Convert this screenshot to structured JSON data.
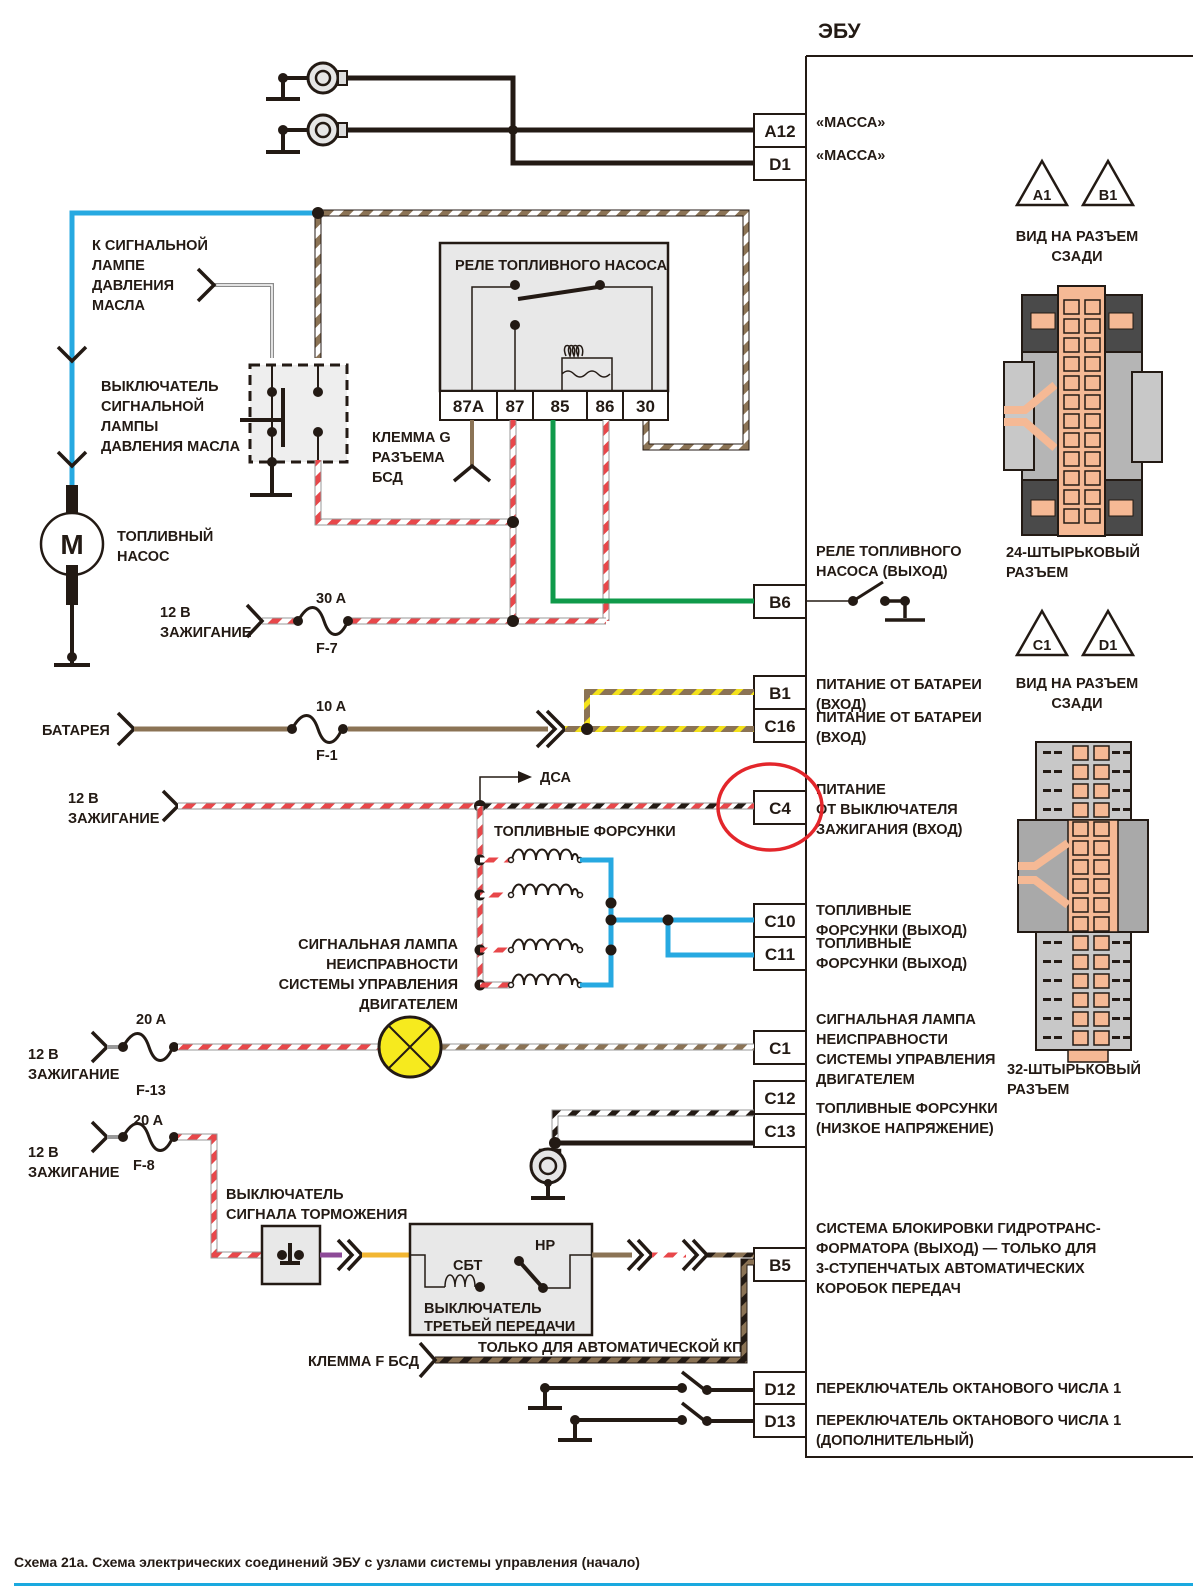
{
  "ecu": {
    "title": "ЭБУ",
    "pins": [
      {
        "id": "A12",
        "desc": [
          "«МАССА»"
        ]
      },
      {
        "id": "D1",
        "desc": [
          "«МАССА»"
        ]
      },
      {
        "id": "B6",
        "desc": [
          "РЕЛЕ ТОПЛИВНОГО",
          "НАСОСА (ВЫХОД)"
        ]
      },
      {
        "id": "B1",
        "desc": [
          "ПИТАНИЕ ОТ БАТАРЕИ",
          "(ВХОД)"
        ]
      },
      {
        "id": "C16",
        "desc": [
          "ПИТАНИЕ ОТ БАТАРЕИ",
          "(ВХОД)"
        ]
      },
      {
        "id": "C4",
        "desc": [
          "ПИТАНИЕ",
          "ОТ ВЫКЛЮЧАТЕЛЯ",
          "ЗАЖИГАНИЯ (ВХОД)"
        ]
      },
      {
        "id": "C10",
        "desc": [
          "ТОПЛИВНЫЕ",
          "ФОРСУНКИ (ВЫХОД)"
        ]
      },
      {
        "id": "C11",
        "desc": [
          "ТОПЛИВНЫЕ",
          "ФОРСУНКИ (ВЫХОД)"
        ]
      },
      {
        "id": "C1",
        "desc": [
          "СИГНАЛЬНАЯ ЛАМПА",
          "НЕИСПРАВНОСТИ",
          "СИСТЕМЫ УПРАВЛЕНИЯ",
          "ДВИГАТЕЛЕМ"
        ]
      },
      {
        "id": "C12",
        "desc": []
      },
      {
        "id": "C13",
        "desc": [
          "ТОПЛИВНЫЕ ФОРСУНКИ",
          "(НИЗКОЕ НАПРЯЖЕНИЕ)"
        ]
      },
      {
        "id": "B5",
        "desc": [
          "СИСТЕМА БЛОКИРОВКИ ГИДРОТРАНС-",
          "ФОРМАТОРА (ВЫХОД) — ТОЛЬКО ДЛЯ",
          "3-СТУПЕНЧАТЫХ АВТОМАТИЧЕСКИХ",
          "КОРОБОК ПЕРЕДАЧ"
        ]
      },
      {
        "id": "D12",
        "desc": [
          "ПЕРЕКЛЮЧАТЕЛЬ ОКТАНОВОГО ЧИСЛА 1"
        ]
      },
      {
        "id": "D13",
        "desc": [
          "ПЕРЕКЛЮЧАТЕЛЬ ОКТАНОВОГО ЧИСЛА 1",
          "(ДОПОЛНИТЕЛЬНЫЙ)"
        ]
      }
    ]
  },
  "connectors": {
    "c24": {
      "tags": [
        "A1",
        "B1"
      ],
      "view": [
        "ВИД НА РАЗЪЕМ",
        "СЗАДИ"
      ],
      "name": [
        "24-ШТЫРЬКОВЫЙ",
        "РАЗЪЕМ"
      ]
    },
    "c32": {
      "tags": [
        "C1",
        "D1"
      ],
      "view": [
        "ВИД НА РАЗЪЕМ",
        "СЗАДИ"
      ],
      "name": [
        "32-ШТЫРЬКОВЫЙ",
        "РАЗЪЕМ"
      ]
    }
  },
  "components": {
    "oil_lamp_ref": [
      "К СИГНАЛЬНОЙ",
      "ЛАМПЕ",
      "ДАВЛЕНИЯ",
      "МАСЛА"
    ],
    "oil_switch": [
      "ВЫКЛЮЧАТЕЛЬ",
      "СИГНАЛЬНОЙ",
      "ЛАМПЫ",
      "ДАВЛЕНИЯ МАСЛА"
    ],
    "relay": {
      "title": "РЕЛЕ ТОПЛИВНОГО НАСОСА",
      "terminals": [
        "87A",
        "87",
        "85",
        "86",
        "30"
      ]
    },
    "terminal_g": [
      "КЛЕММА G",
      "РАЗЪЕМА",
      "БСД"
    ],
    "pump": {
      "symbol": "M",
      "label": [
        "ТОПЛИВНЫЙ",
        "НАСОС"
      ]
    },
    "ign_1": [
      "12 В",
      "ЗАЖИГАНИЕ"
    ],
    "fuse_f7": {
      "rating": "30 A",
      "name": "F-7"
    },
    "battery": "БАТАРЕЯ",
    "fuse_f1": {
      "rating": "10 A",
      "name": "F-1"
    },
    "ign_2": [
      "12 В",
      "ЗАЖИГАНИЕ"
    ],
    "dsa": "ДСА",
    "injectors": "ТОПЛИВНЫЕ ФОРСУНКИ",
    "mil_label": [
      "СИГНАЛЬНАЯ ЛАМПА",
      "НЕИСПРАВНОСТИ",
      "СИСТЕМЫ УПРАВЛЕНИЯ",
      "ДВИГАТЕЛЕМ"
    ],
    "ign_3": [
      "12 В",
      "ЗАЖИГАНИЕ"
    ],
    "fuse_f13": {
      "rating": "20 A",
      "name": "F-13"
    },
    "ign_4": [
      "12 В",
      "ЗАЖИГАНИЕ"
    ],
    "fuse_f8": {
      "rating": "20 A",
      "name": "F-8"
    },
    "brake_switch": [
      "ВЫКЛЮЧАТЕЛЬ",
      "СИГНАЛА ТОРМОЖЕНИЯ"
    ],
    "third_gear": {
      "coil": "СБТ",
      "contact": "НР",
      "label": [
        "ВЫКЛЮЧАТЕЛЬ",
        "ТРЕТЬЕЙ ПЕРЕДАЧИ"
      ]
    },
    "auto_only": "ТОЛЬКО ДЛЯ АВТОМАТИЧЕСКОЙ КП",
    "terminal_f": "КЛЕММА F БСД"
  },
  "caption": "Схема 21а. Схема электрических соединений ЭБУ с узлами системы управления (начало)",
  "colors": {
    "ink": "#231a14",
    "red": "#e8474a",
    "blue": "#27a9e1",
    "green": "#0f9a4a",
    "brown": "#8b7355",
    "yellow": "#f4e21b",
    "lamp": "#f6ea1e",
    "connector_orange": "#f5b995",
    "box_gray": "#e8e8e8",
    "highlight": "#e3262b",
    "caption_rule": "#1aa9df"
  }
}
